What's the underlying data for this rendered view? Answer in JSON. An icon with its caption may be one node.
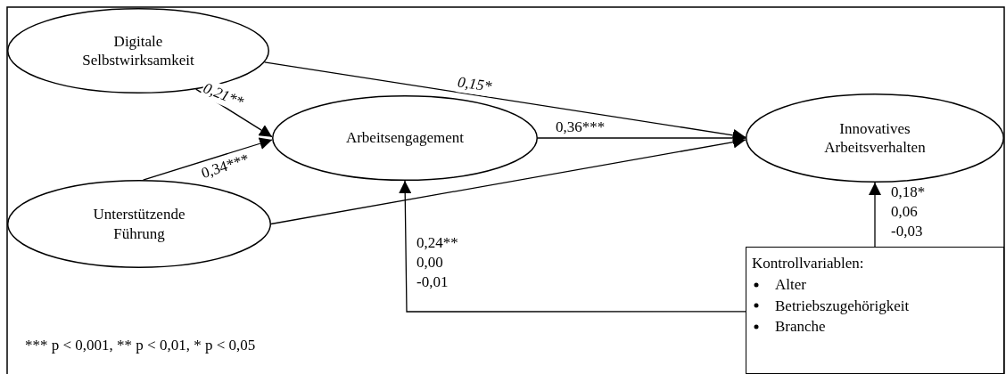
{
  "diagram": {
    "nodes": [
      {
        "text": [
          "Digitale Selbstwirksamkeit"
        ]
      },
      {
        "text": [
          "Arbeitsengagement"
        ]
      },
      {
        "text": [
          "Innovatives Arbeitsverhalten"
        ]
      },
      {
        "text": [
          "Unterstützende Führung"
        ]
      },
      {
        "text": [
          "Kontrollvariablen:",
          "Alter",
          "Betriebszugehörigkeit",
          "Branche"
        ]
      }
    ],
    "edges": [
      {
        "from": 0,
        "to": 1,
        "arrow": "to",
        "label": "0,21**"
      },
      {
        "from": 3,
        "to": 1,
        "arrow": "to",
        "label": "0,34***"
      },
      {
        "from": 1,
        "to": 2,
        "arrow": "to",
        "label": "0,36***"
      },
      {
        "from": 0,
        "to": 2,
        "arrow": "to",
        "label": "0,15*"
      },
      {
        "from": 3,
        "to": 2,
        "arrow": "to"
      },
      {
        "from": 4,
        "to": 1,
        "arrow": "to",
        "label": "0,24** 0,00 -0,01"
      },
      {
        "from": 4,
        "to": 2,
        "arrow": "to",
        "label": "0,18* 0,06 -0,03"
      }
    ],
    "labels": [
      "*** p < 0,001, ** p < 0,01, * p < 0,05"
    ]
  }
}
